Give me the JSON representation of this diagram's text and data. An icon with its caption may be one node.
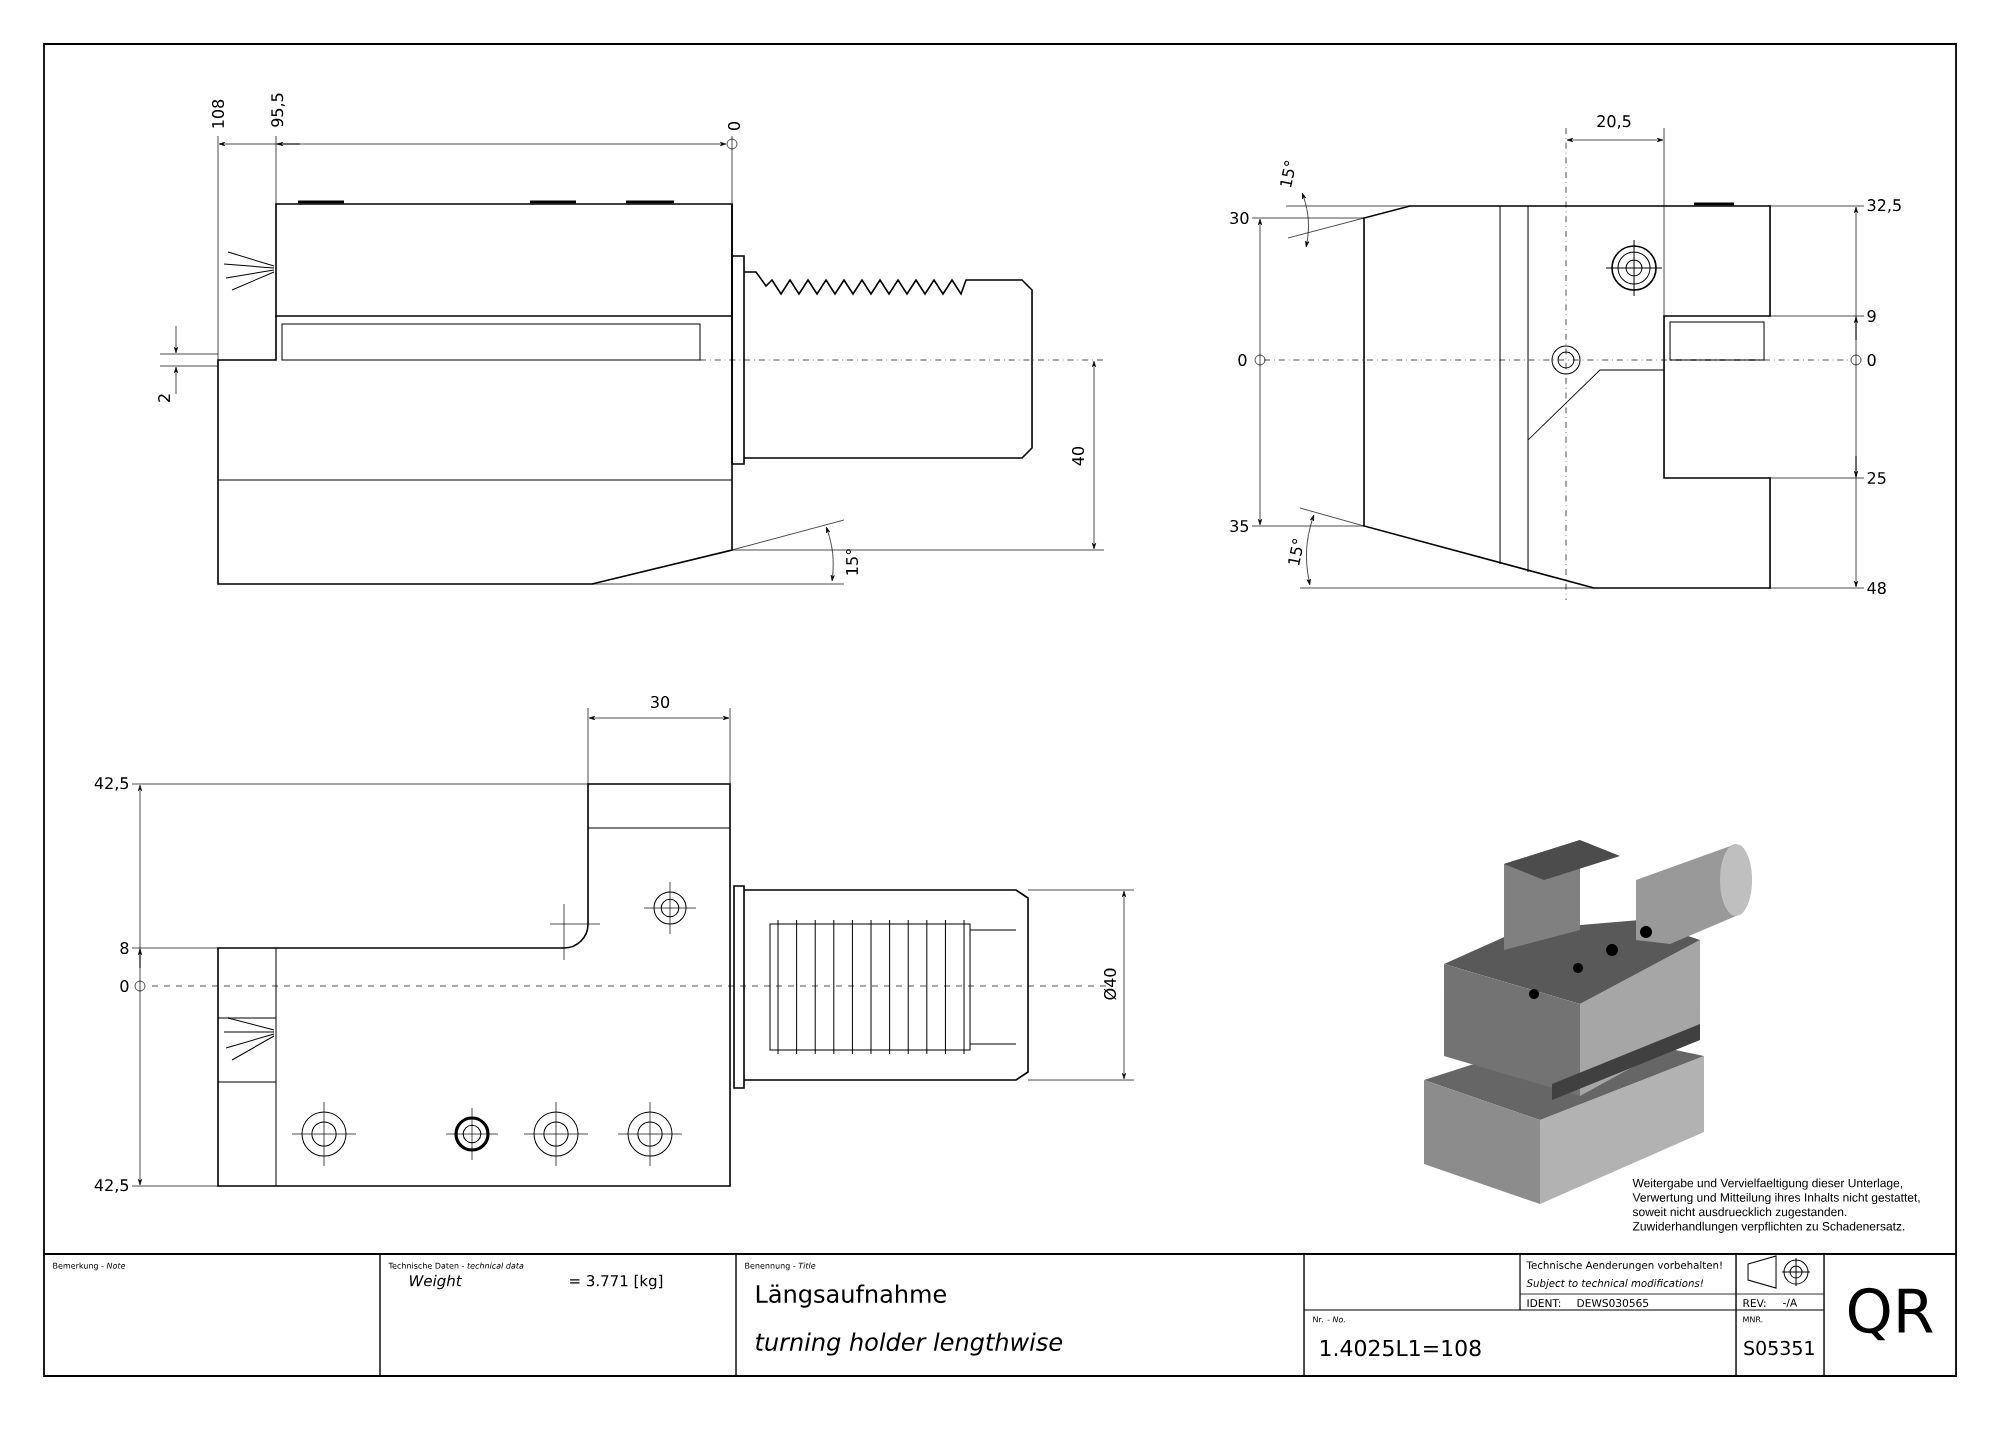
{
  "diagram": {
    "labels": [
      "108",
      "95,5",
      "0",
      "2",
      "40",
      "15°",
      "20,5",
      "15°",
      "30",
      "32,5",
      "9",
      "0",
      "0",
      "25",
      "35",
      "15°",
      "48",
      "30",
      "42,5",
      "8",
      "0",
      "Ø40",
      "42,5",
      "Weitergabe und Vervielfaeltigung dieser Unterlage, Verwertung und Mitteilung ihres Inhalts nicht gestattet, soweit nicht ausdruecklich zugestanden. Zuwiderhandlungen verpflichten zu Schadenersatz.",
      "Bemerkung - *Note*",
      "Technische Daten - *technical data*",
      "Weight",
      "= 3.771 [kg]",
      "Benennung - *Title*",
      "Längsaufnahme",
      "turning holder lengthwise",
      "Technische Aenderungen vorbehalten!",
      "Subject to technical modifications!",
      "IDENT:",
      "DEWS030565",
      "REV:",
      "-/A",
      "Nr. - *No.*",
      "1.4025L1=108",
      "MNR.",
      "S05351",
      "QR"
    ]
  }
}
